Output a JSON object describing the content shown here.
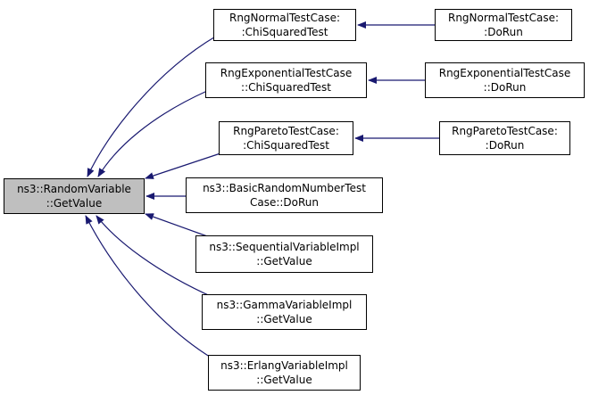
{
  "focus": {
    "line1": "ns3::RandomVariable",
    "line2": "::GetValue"
  },
  "callers": [
    {
      "line1": "RngNormalTestCase:",
      "line2": ":ChiSquaredTest"
    },
    {
      "line1": "RngNormalTestCase:",
      "line2": ":DoRun"
    },
    {
      "line1": "RngExponentialTestCase",
      "line2": "::ChiSquaredTest"
    },
    {
      "line1": "RngExponentialTestCase",
      "line2": "::DoRun"
    },
    {
      "line1": "RngParetoTestCase:",
      "line2": ":ChiSquaredTest"
    },
    {
      "line1": "RngParetoTestCase:",
      "line2": ":DoRun"
    },
    {
      "line1": "ns3::BasicRandomNumberTest",
      "line2": "Case::DoRun"
    },
    {
      "line1": "ns3::SequentialVariableImpl",
      "line2": "::GetValue"
    },
    {
      "line1": "ns3::GammaVariableImpl",
      "line2": "::GetValue"
    },
    {
      "line1": "ns3::ErlangVariableImpl",
      "line2": "::GetValue"
    }
  ],
  "colors": {
    "edge": "#191970",
    "focus_fill": "#bfbfbf",
    "node_border": "#000000",
    "node_fill": "#ffffff"
  }
}
